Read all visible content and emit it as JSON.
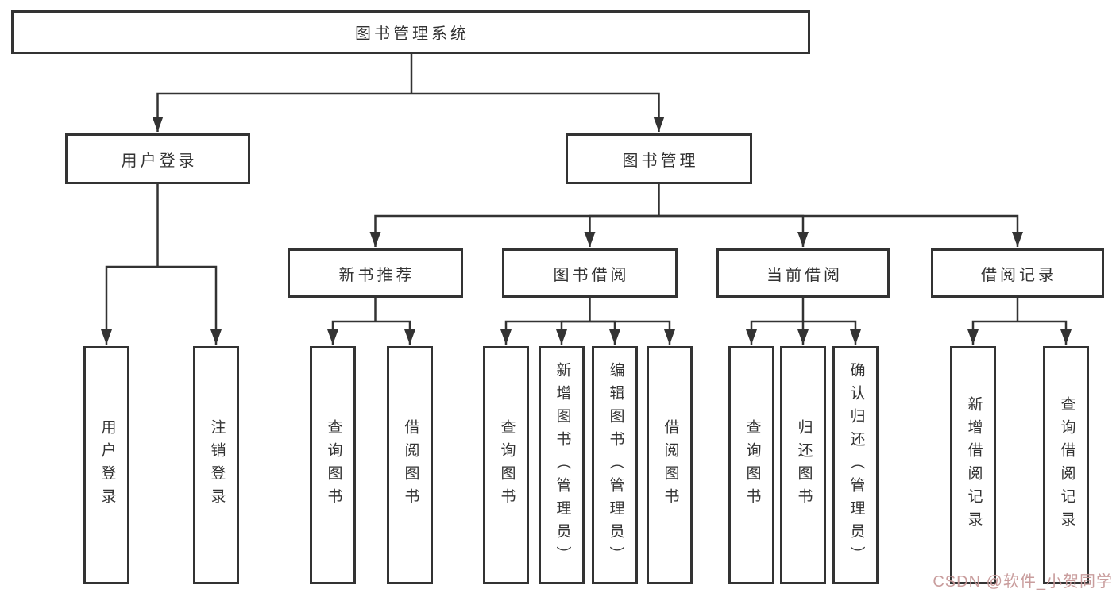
{
  "diagram": {
    "root": {
      "label": "图书管理系统"
    },
    "branches": [
      {
        "label": "用户登录",
        "children": [
          "用户登录",
          "注销登录"
        ]
      },
      {
        "label": "图书管理",
        "sections": [
          {
            "label": "新书推荐",
            "children": [
              "查询图书",
              "借阅图书"
            ]
          },
          {
            "label": "图书借阅",
            "children": [
              "查询图书",
              "新增图书（管理员）",
              "编辑图书（管理员）",
              "借阅图书"
            ]
          },
          {
            "label": "当前借阅",
            "children": [
              "查询图书",
              "归还图书",
              "确认归还（管理员）"
            ]
          },
          {
            "label": "借阅记录",
            "children": [
              "新增借阅记录",
              "查询借阅记录"
            ]
          }
        ]
      }
    ]
  },
  "watermark": {
    "text": "CSDN @软件_小贺同学",
    "color": "#c69898"
  },
  "colors": {
    "line": "#333333",
    "text": "#333333",
    "box_background": "#ffffff",
    "page_background": "#ffffff"
  }
}
